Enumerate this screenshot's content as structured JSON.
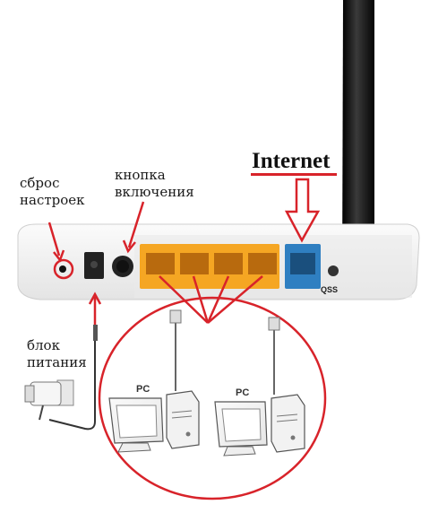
{
  "labels": {
    "reset": [
      "сброс",
      "настроек"
    ],
    "power_button": [
      "кнопка",
      "включения"
    ],
    "power_adapter": [
      "блок",
      "питания"
    ],
    "internet": "Internet",
    "qss": "QSS",
    "pc_left": "PC",
    "pc_right": "PC"
  },
  "colors": {
    "annotation": "#d8232a",
    "lan_ports": "#f5a623",
    "wan_port": "#2f7fc1",
    "router_body": "#f4f4f4",
    "antenna": "#1a1a1a"
  },
  "icons": {
    "router": "router-icon",
    "antenna": "antenna-icon",
    "pc": "desktop-computer-icon",
    "adapter": "power-adapter-icon"
  }
}
